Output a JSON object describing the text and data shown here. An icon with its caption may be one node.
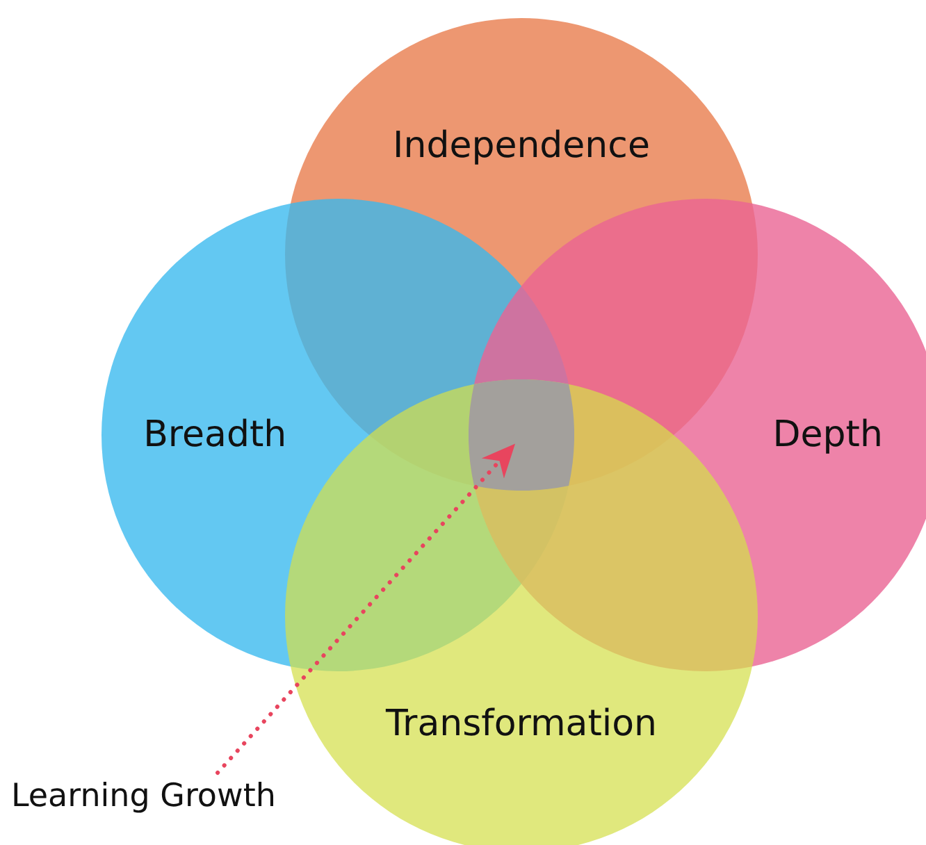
{
  "diagram": {
    "nodes": [
      {
        "text": [
          "Independence"
        ]
      },
      {
        "text": [
          "Breadth"
        ]
      },
      {
        "text": [
          "Depth"
        ]
      },
      {
        "text": [
          "Transformation"
        ]
      },
      {
        "text": [
          "Learning Growth"
        ]
      },
      {
        "text": [],
        "shape": "box"
      }
    ],
    "edges": [
      {
        "from": 4,
        "to": 5,
        "arrow": "to",
        "style": "dashed",
        "color": "#e8455e"
      }
    ]
  }
}
